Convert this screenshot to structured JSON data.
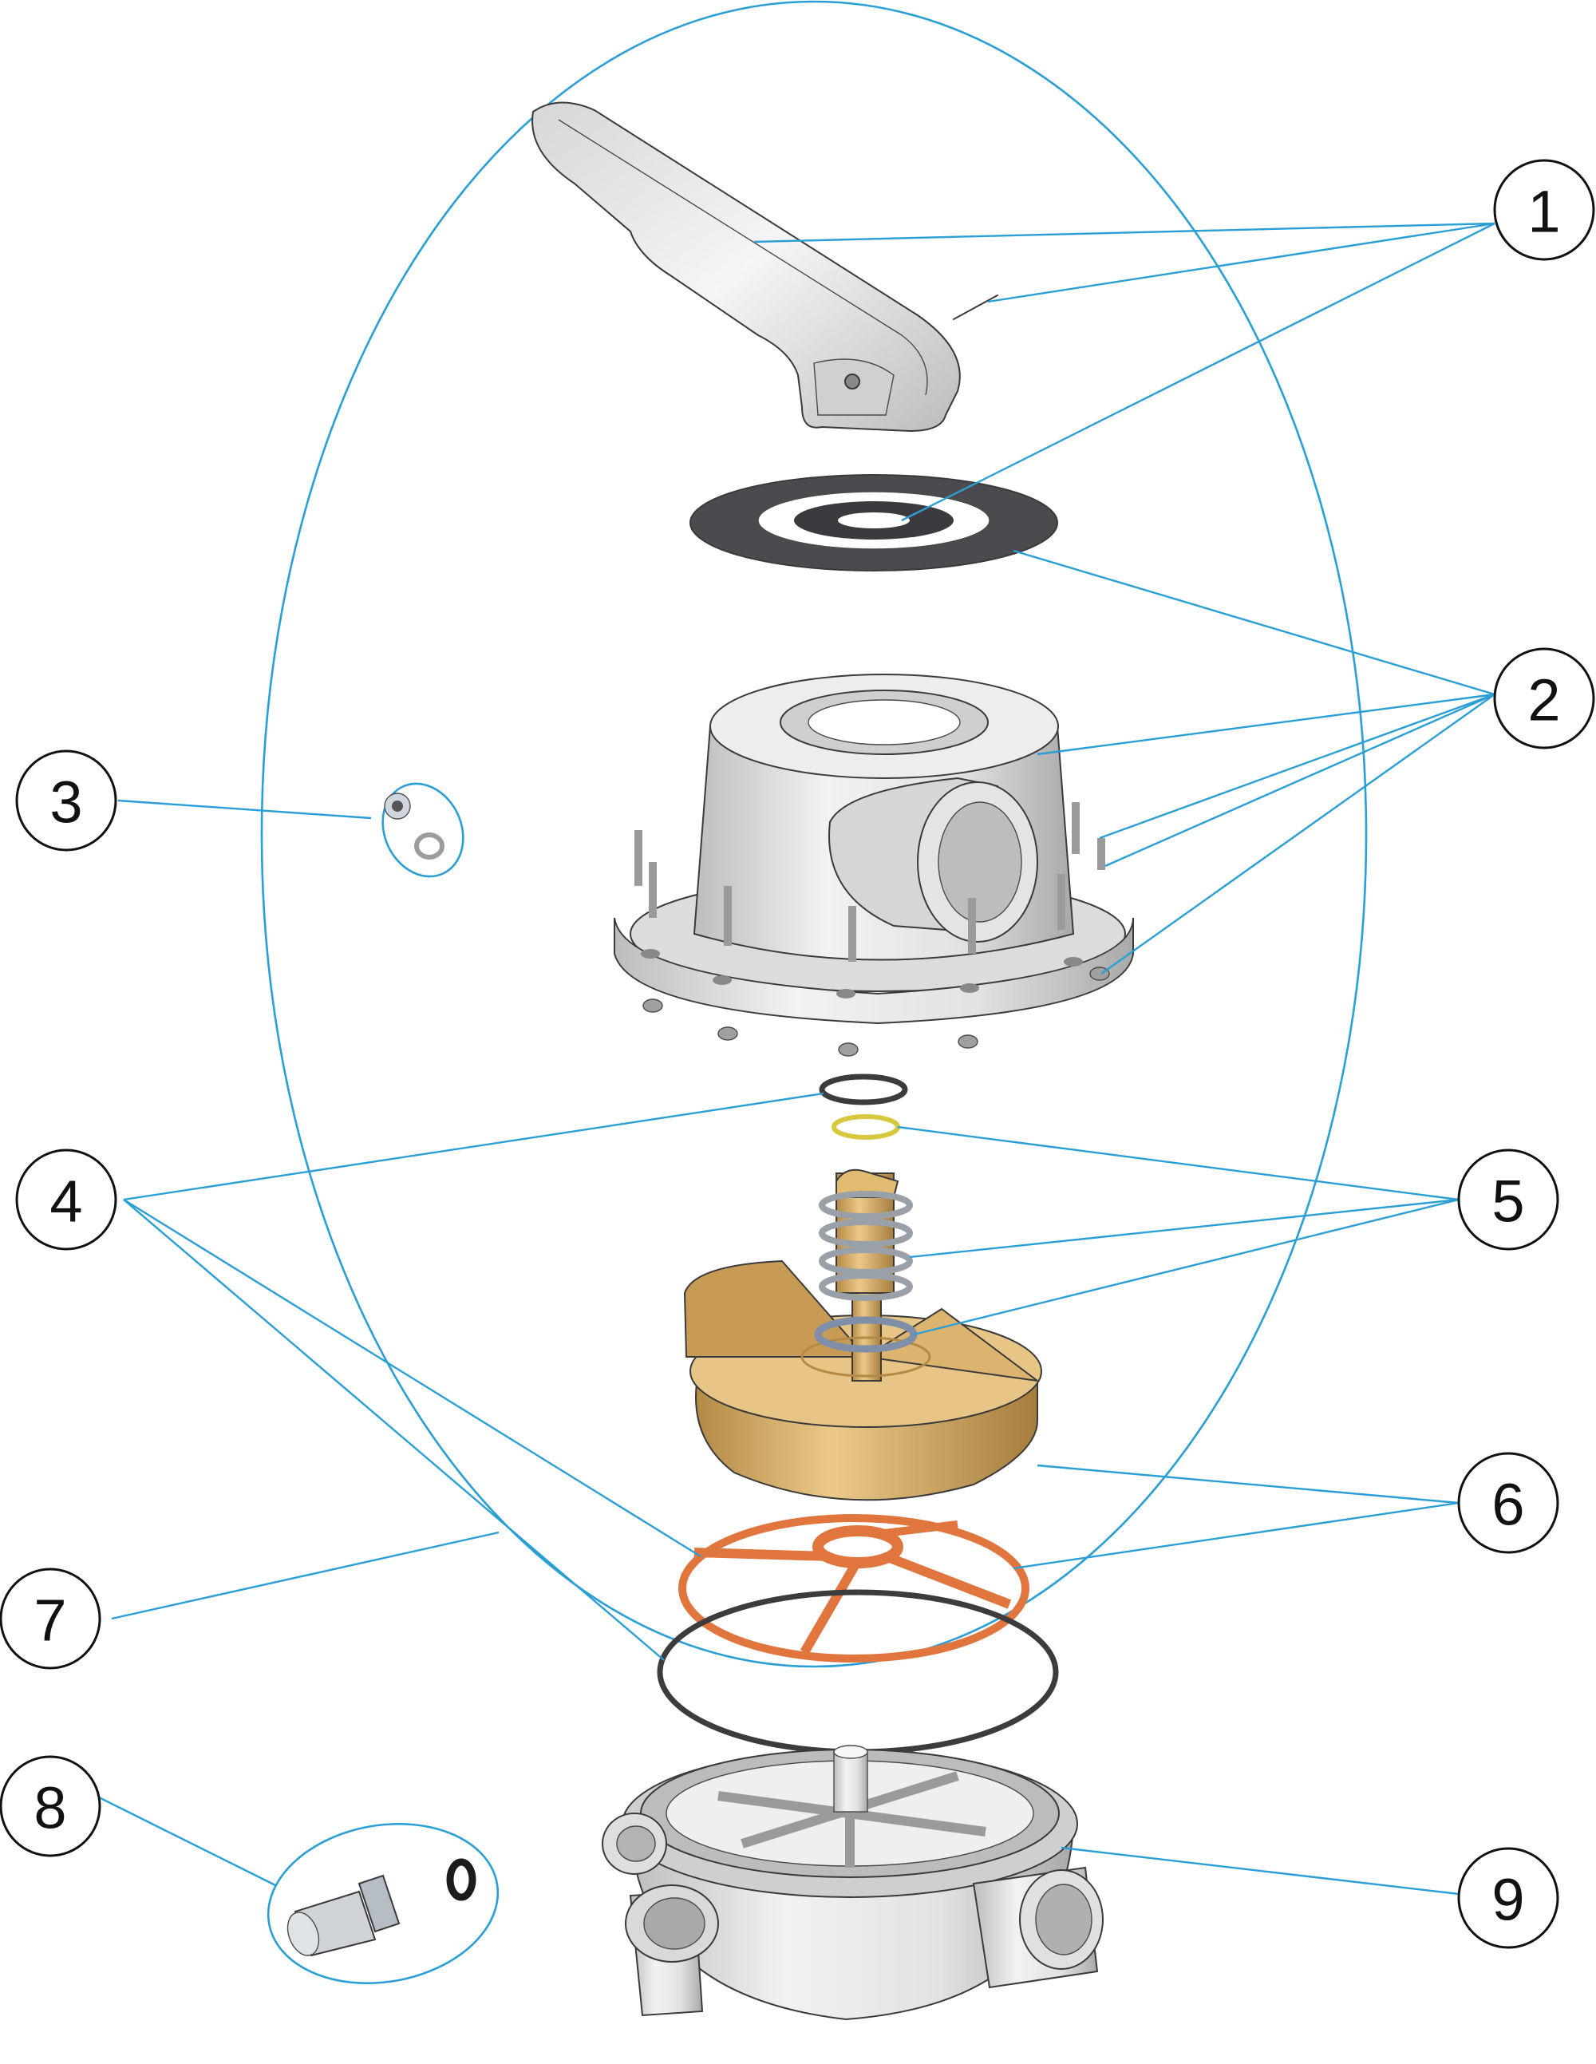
{
  "callouts": [
    {
      "id": "c1",
      "label": "1",
      "color": "#111111"
    },
    {
      "id": "c2",
      "label": "2",
      "color": "#111111"
    },
    {
      "id": "c3",
      "label": "3",
      "color": "#111111"
    },
    {
      "id": "c4",
      "label": "4",
      "color": "#111111"
    },
    {
      "id": "c5",
      "label": "5",
      "color": "#111111"
    },
    {
      "id": "c6",
      "label": "6",
      "color": "#111111"
    },
    {
      "id": "c7",
      "label": "7",
      "color": "#111111"
    },
    {
      "id": "c8",
      "label": "8",
      "color": "#111111"
    },
    {
      "id": "c9",
      "label": "9",
      "color": "#111111"
    }
  ],
  "colors": {
    "leader": "#2a9fd6",
    "plastic_grey": "#e6e6e6",
    "rotor_tan": "#d9b26a",
    "gasket_orange": "#e0763e",
    "gasket_dark": "#3c3c3c",
    "ring_yellow": "#d8c840"
  }
}
